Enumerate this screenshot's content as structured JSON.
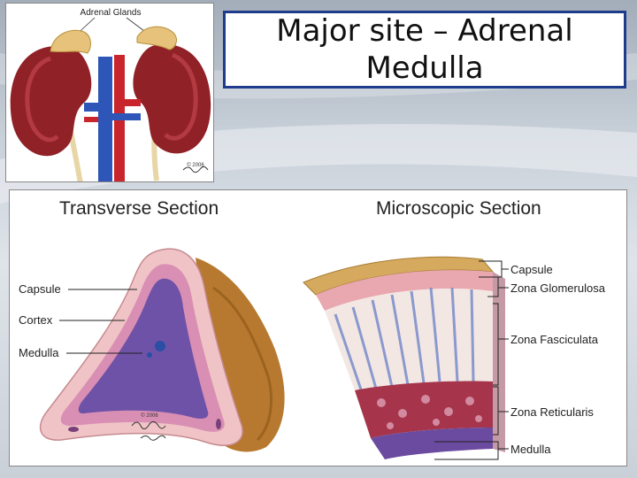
{
  "slide": {
    "title": "Major site – Adrenal Medulla"
  },
  "kidney_figure": {
    "label": "Adrenal Glands",
    "copyright": "© 2006"
  },
  "section_figure": {
    "transverse_heading": "Transverse Section",
    "microscopic_heading": "Microscopic Section",
    "transverse_labels": [
      "Capsule",
      "Cortex",
      "Medulla"
    ],
    "microscopic_labels": [
      "Capsule",
      "Zona Glomerulosa",
      "Zona Fasciculata",
      "Zona Reticularis",
      "Medulla"
    ],
    "copyright": "© 2006"
  }
}
